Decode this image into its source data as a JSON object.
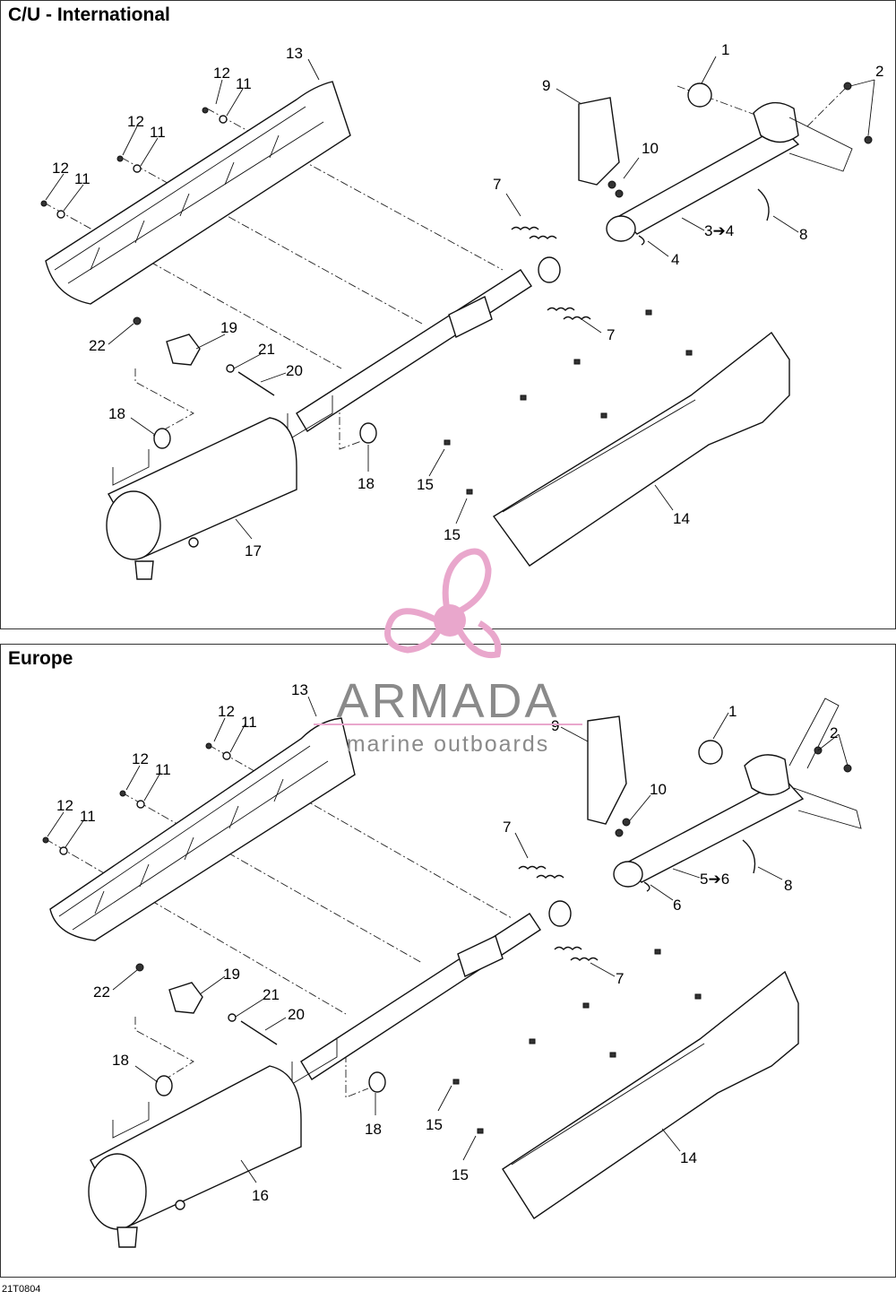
{
  "panels": {
    "top": {
      "title": "C/U - International",
      "callouts": {
        "c1": "1",
        "c2": "2",
        "c3": "3➔4",
        "c4": "4",
        "c7a": "7",
        "c7b": "7",
        "c8": "8",
        "c9": "9",
        "c10": "10",
        "c11a": "11",
        "c11b": "11",
        "c11c": "11",
        "c12a": "12",
        "c12b": "12",
        "c12c": "12",
        "c13": "13",
        "c14": "14",
        "c15a": "15",
        "c15b": "15",
        "c17": "17",
        "c18a": "18",
        "c18b": "18",
        "c19": "19",
        "c20": "20",
        "c21": "21",
        "c22": "22"
      }
    },
    "bottom": {
      "title": "Europe",
      "callouts": {
        "c1": "1",
        "c2": "2",
        "c5": "5➔6",
        "c6": "6",
        "c7a": "7",
        "c7b": "7",
        "c8": "8",
        "c9": "9",
        "c10": "10",
        "c11a": "11",
        "c11b": "11",
        "c11c": "11",
        "c12a": "12",
        "c12b": "12",
        "c12c": "12",
        "c13": "13",
        "c14": "14",
        "c15a": "15",
        "c15b": "15",
        "c16": "16",
        "c18a": "18",
        "c18b": "18",
        "c19": "19",
        "c20": "20",
        "c21": "21",
        "c22": "22"
      }
    }
  },
  "figure_code": "21T0804",
  "watermark": {
    "brand": "ARMADA",
    "tagline": "marine outboards",
    "logo_icon": "propeller-icon",
    "color_pink": "#e9a7cc",
    "color_gray": "#8a8a8a"
  }
}
